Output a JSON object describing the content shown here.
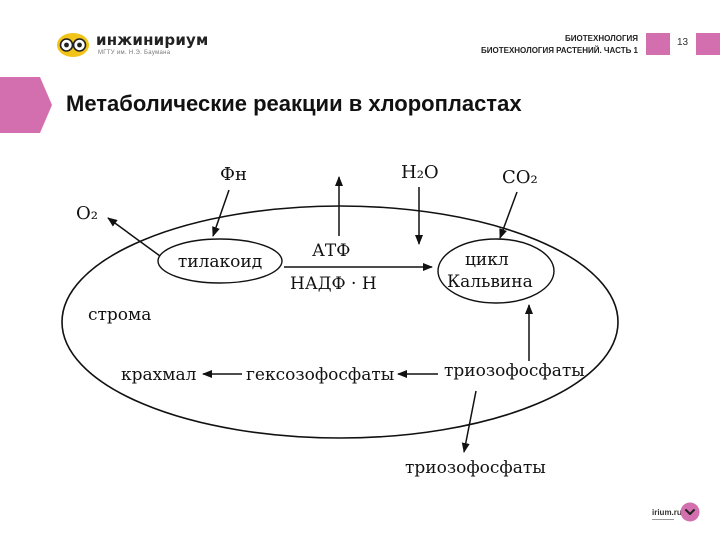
{
  "header": {
    "logo_name": "инжинириум",
    "logo_sub": "МГТУ им. Н.Э. Баумана",
    "course": "БИОТЕХНОЛОГИЯ",
    "part": "БИОТЕХНОЛОГИЯ РАСТЕНИЙ. ЧАСТЬ 1",
    "page_number": "13"
  },
  "title": "Метаболические реакции в хлоропластах",
  "diagram": {
    "stroma": "строма",
    "thylakoid": "тилакоид",
    "calvin_line1": "цикл",
    "calvin_line2": "Кальвина",
    "atp": "АТФ",
    "nadph": "НАДФ · Н",
    "phosphate": "Фн",
    "o2": "O₂",
    "h2o": "H₂O",
    "co2": "CO₂",
    "starch": "крахмал",
    "hexose_phosphates": "гексозофосфаты",
    "triose_phosphates_inner": "триозофосфаты",
    "triose_phosphates_outer": "триозофосфаты"
  },
  "footer": {
    "link": "irium.ru"
  },
  "colors": {
    "accent": "#d36fae"
  },
  "icons": {
    "next": "chevron-down-icon"
  }
}
